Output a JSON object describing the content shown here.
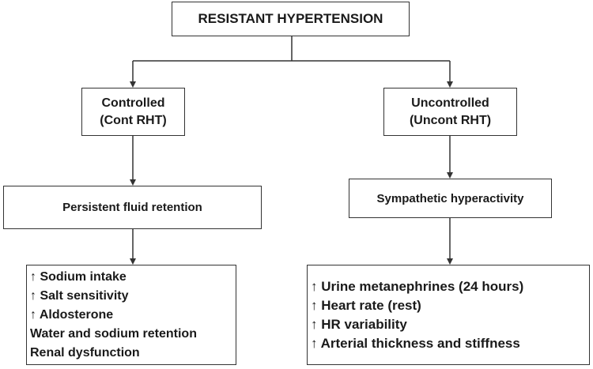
{
  "root": {
    "label": "RESISTANT HYPERTENSION"
  },
  "left": {
    "category": [
      "Controlled",
      "(Cont RHT)"
    ],
    "mechanism": "Persistent fluid retention",
    "findings": [
      "↑ Sodium intake",
      "↑ Salt sensitivity",
      "↑ Aldosterone",
      "Water and sodium retention",
      "Renal dysfunction"
    ]
  },
  "right": {
    "category": [
      "Uncontrolled",
      "(Uncont RHT)"
    ],
    "mechanism": "Sympathetic hyperactivity",
    "findings": [
      "↑ Urine metanephrines (24 hours)",
      "↑ Heart rate (rest)",
      "↑ HR variability",
      "↑ Arterial thickness and stiffness"
    ]
  },
  "colors": {
    "line": "#333333",
    "text": "#1a1a1a",
    "background": "#ffffff"
  }
}
